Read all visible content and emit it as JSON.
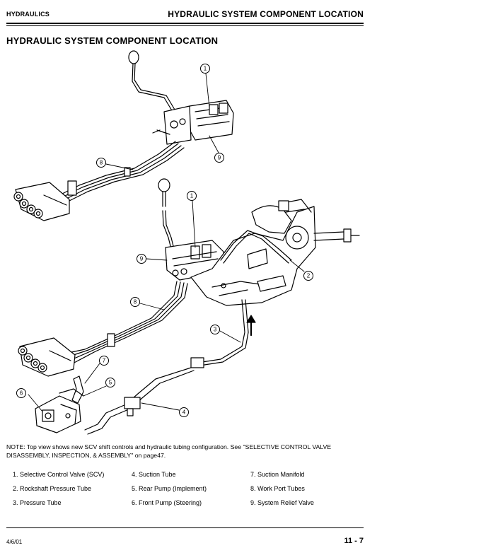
{
  "header": {
    "section": "HYDRAULICS",
    "title": "HYDRAULIC SYSTEM COMPONENT LOCATION"
  },
  "page_title": "HYDRAULIC SYSTEM COMPONENT LOCATION",
  "diagram": {
    "callouts": [
      "1",
      "9",
      "8",
      "1",
      "9",
      "2",
      "8",
      "3",
      "7",
      "5",
      "6",
      "4"
    ]
  },
  "note": "NOTE: Top view shows new SCV shift controls and hydraulic tubing configuration. See \"SELECTIVE CONTROL VALVE DISASSEMBLY, INSPECTION, & ASSEMBLY\" on page47.",
  "legend": [
    "1. Selective Control Valve (SCV)",
    "2. Rockshaft Pressure Tube",
    "3. Pressure Tube",
    "4. Suction Tube",
    "5. Rear Pump (Implement)",
    "6. Front Pump (Steering)",
    "7. Suction Manifold",
    "8. Work Port Tubes",
    "9. System Relief Valve"
  ],
  "footer": {
    "date": "4/6/01",
    "page": "11 - 7"
  }
}
